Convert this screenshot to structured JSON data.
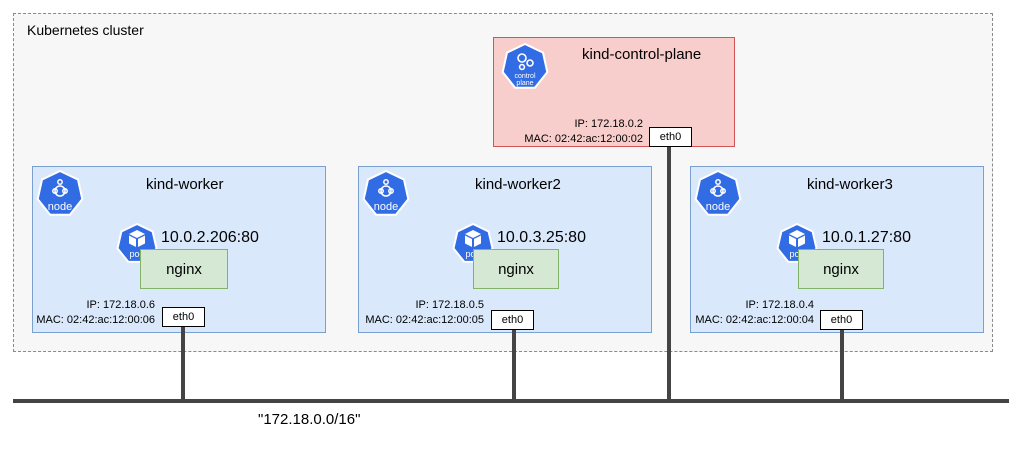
{
  "cluster": {
    "label": "Kubernetes cluster"
  },
  "control_plane": {
    "name": "kind-control-plane",
    "icon_label_line1": "control",
    "icon_label_line2": "plane",
    "ip": "IP: 172.18.0.2",
    "mac": "MAC: 02:42:ac:12:00:02",
    "interface": "eth0"
  },
  "workers": [
    {
      "name": "kind-worker",
      "node_icon_label": "node",
      "pod_icon_label": "pod",
      "pod_address": "10.0.2.206:80",
      "container": "nginx",
      "ip": "IP: 172.18.0.6",
      "mac": "MAC: 02:42:ac:12:00:06",
      "interface": "eth0"
    },
    {
      "name": "kind-worker2",
      "node_icon_label": "node",
      "pod_icon_label": "pod",
      "pod_address": "10.0.3.25:80",
      "container": "nginx",
      "ip": "IP: 172.18.0.5",
      "mac": "MAC: 02:42:ac:12:00:05",
      "interface": "eth0"
    },
    {
      "name": "kind-worker3",
      "node_icon_label": "node",
      "pod_icon_label": "pod",
      "pod_address": "10.0.1.27:80",
      "container": "nginx",
      "ip": "IP: 172.18.0.4",
      "mac": "MAC: 02:42:ac:12:00:04",
      "interface": "eth0"
    }
  ],
  "network": {
    "subnet": "\"172.18.0.0/16\""
  },
  "colors": {
    "k8s_blue": "#326ce5",
    "control_plane_fill": "#f8cecc",
    "worker_fill": "#dae8fc",
    "container_fill": "#d5e8d4",
    "network_line": "#444444"
  },
  "icons": {
    "node": "kubernetes-node-icon",
    "pod": "kubernetes-pod-icon",
    "control_plane": "kubernetes-control-plane-icon"
  }
}
